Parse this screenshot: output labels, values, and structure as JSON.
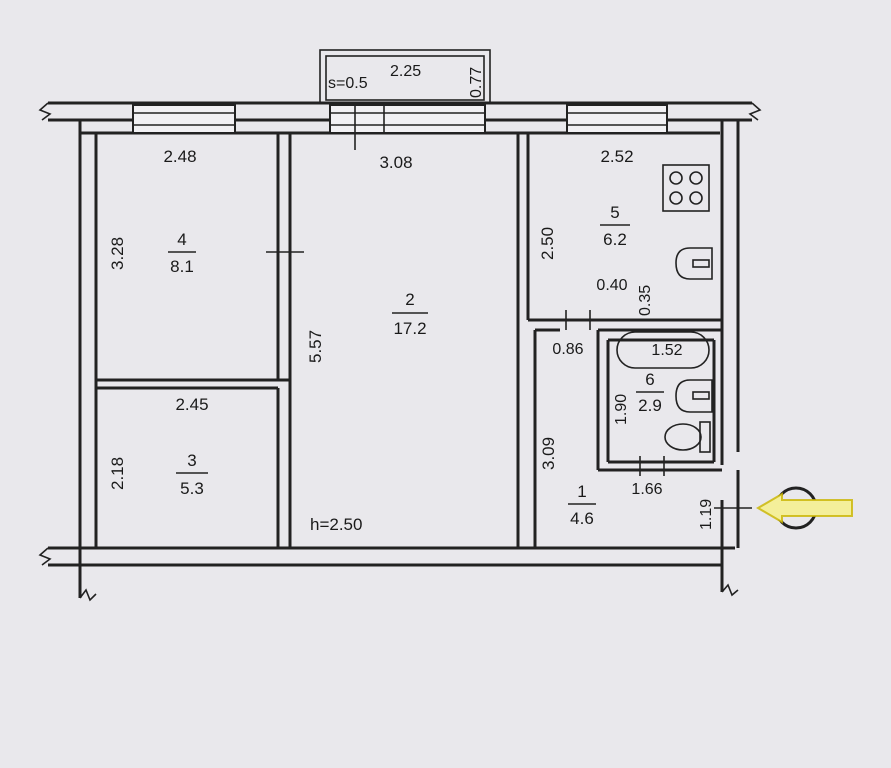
{
  "balcony": {
    "s_label": "s=0.5",
    "width": "2.25",
    "depth": "0.77"
  },
  "rooms": [
    {
      "id": "room4",
      "number": "4",
      "area": "8.1"
    },
    {
      "id": "room2",
      "number": "2",
      "area": "17.2"
    },
    {
      "id": "room5",
      "number": "5",
      "area": "6.2"
    },
    {
      "id": "room3",
      "number": "3",
      "area": "5.3"
    },
    {
      "id": "room6",
      "number": "6",
      "area": "2.9"
    },
    {
      "id": "room1",
      "number": "1",
      "area": "4.6"
    }
  ],
  "dimensions": {
    "room4_width": "2.48",
    "room4_height": "3.28",
    "room2_width": "3.08",
    "room2_height": "5.57",
    "room5_width": "2.52",
    "room5_height": "2.50",
    "room3_width": "2.45",
    "room3_height": "2.18",
    "wc_gap": "0.40",
    "wc_wall": "0.35",
    "passage": "0.86",
    "bath_length": "1.52",
    "bath_height": "1.90",
    "hall_height": "3.09",
    "bath_width": "1.66",
    "entry_width": "1.19"
  },
  "ceiling_height": "h=2.50",
  "colors": {
    "paper": "#e9e8ec",
    "ink": "#222222",
    "entrance_arrow": "#f4ef9a",
    "arrow_stroke": "#c9b400"
  }
}
